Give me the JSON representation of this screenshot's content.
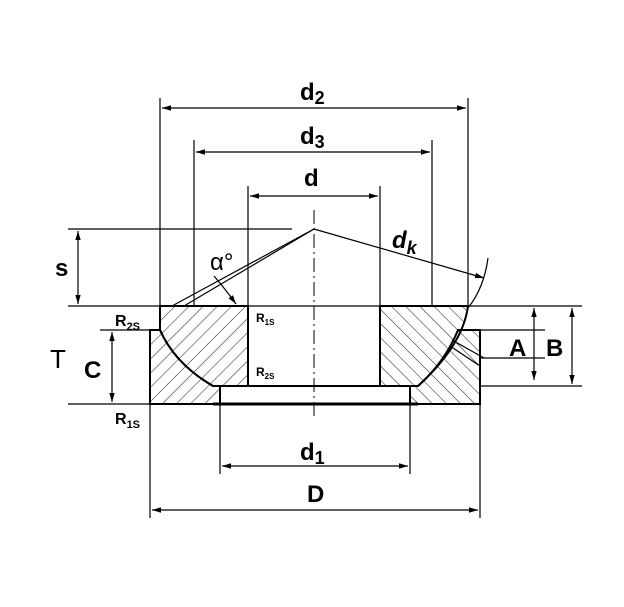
{
  "labels": {
    "d2": "d2",
    "d3": "d3",
    "d": "d",
    "dk": "dk",
    "s": "s",
    "alpha": "α°",
    "T": "T",
    "C": "C",
    "A": "A",
    "B": "B",
    "R2S_left": "R2S",
    "R1S_left": "R1S",
    "R1S_inner": "R1S",
    "R2S_inner": "R2S",
    "d1": "d1",
    "D": "D"
  }
}
